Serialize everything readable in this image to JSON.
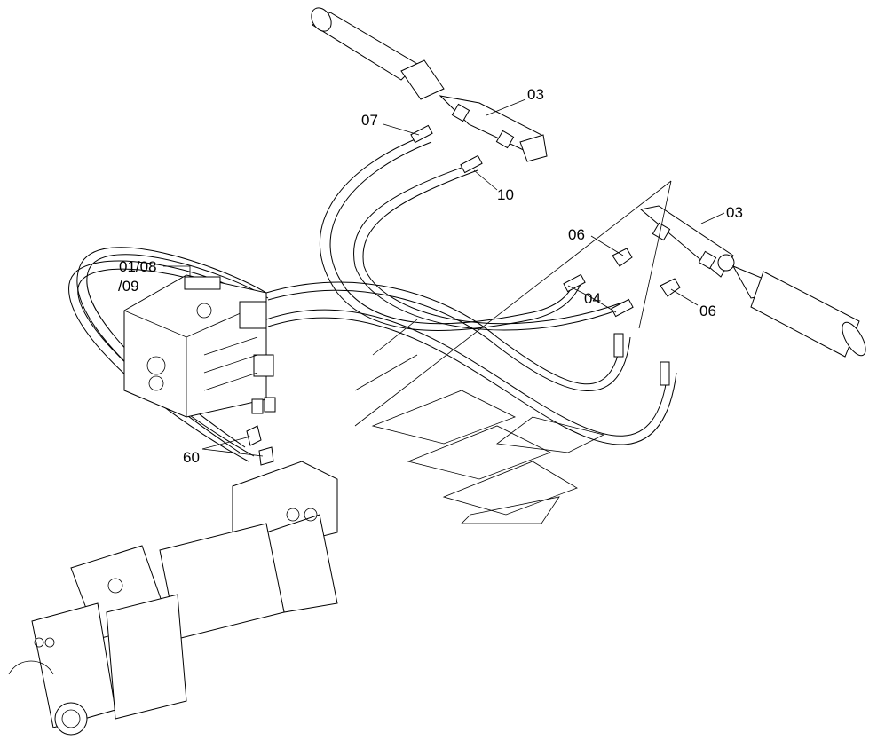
{
  "callouts": {
    "c03_top": "03",
    "c07": "07",
    "c10": "10",
    "c03_right": "03",
    "c06_top": "06",
    "c04": "04",
    "c06_right": "06",
    "c01_08": "01/08",
    "c09": "/09",
    "c60": "60"
  }
}
